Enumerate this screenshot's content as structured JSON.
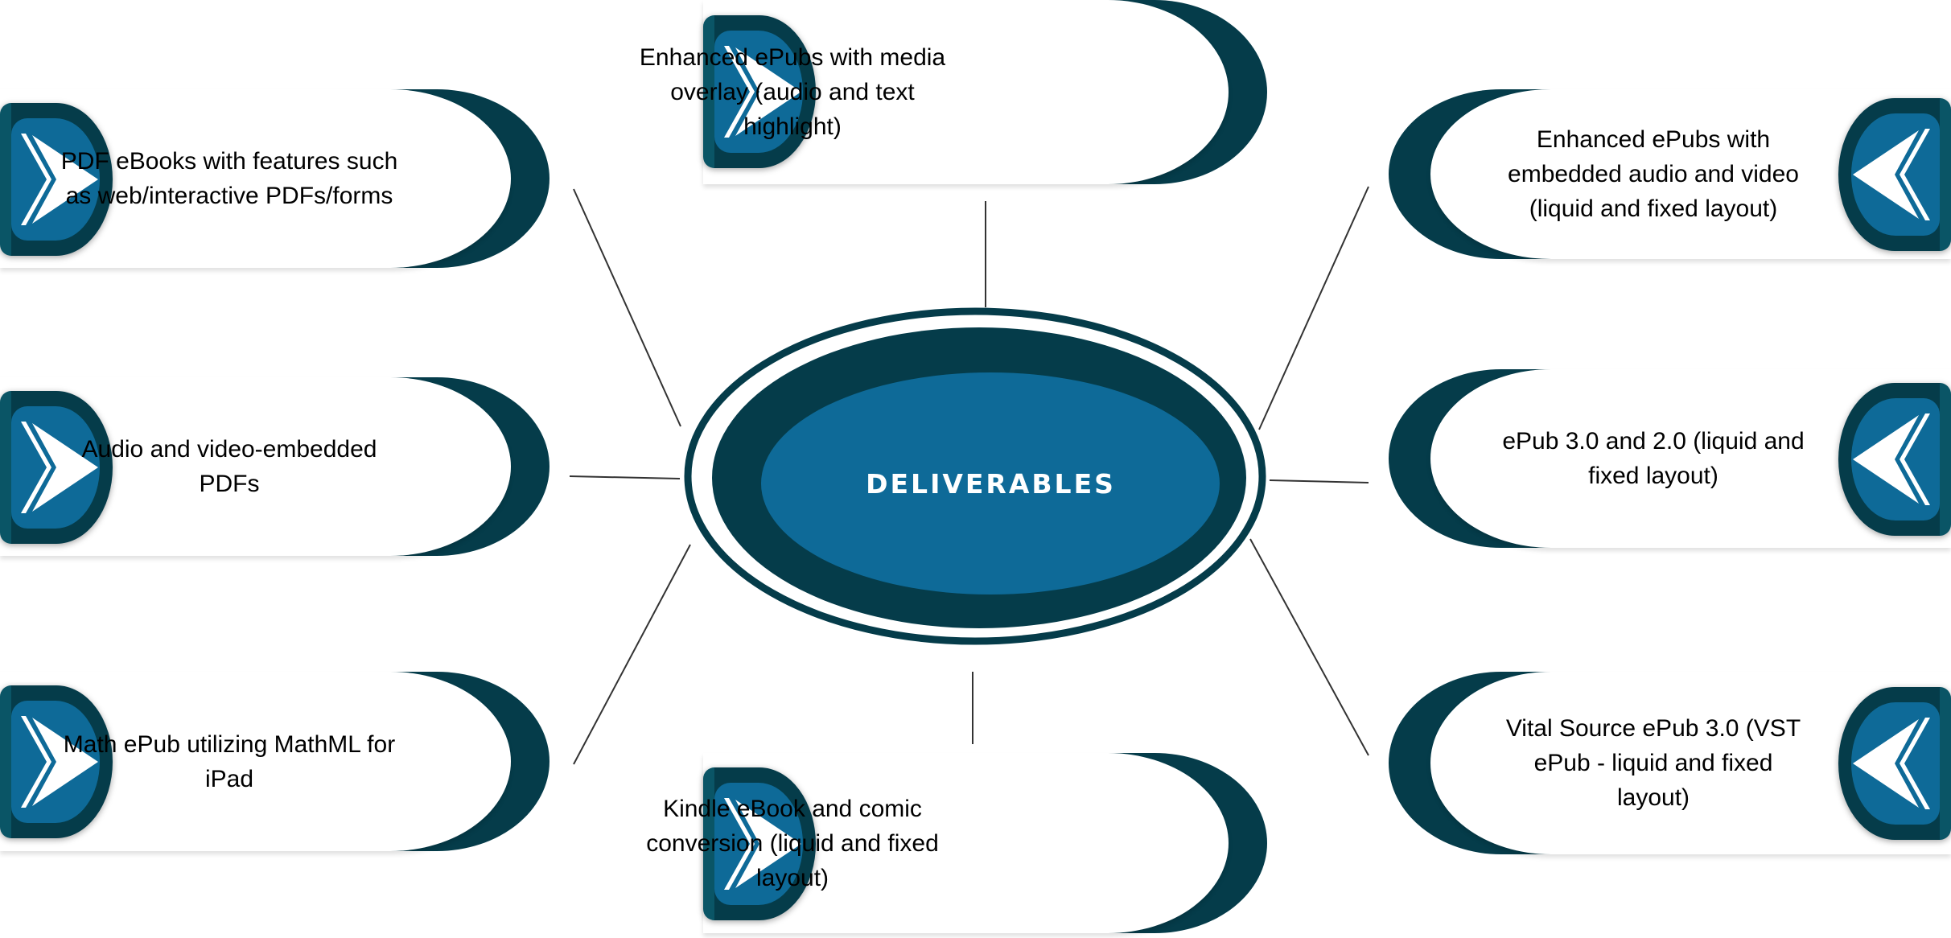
{
  "center": {
    "title": "DELIVERABLES"
  },
  "colors": {
    "dark": "#053c4a",
    "blue": "#0e6a98",
    "strip": "#0a5566"
  },
  "cards": [
    {
      "id": "l1",
      "side": "left",
      "icon": "chevron-right-icon",
      "text": "PDF eBooks with features such as web/interactive PDFs/forms"
    },
    {
      "id": "l2",
      "side": "left",
      "icon": "chevron-right-icon",
      "text": "Audio and video-embedded PDFs"
    },
    {
      "id": "l3",
      "side": "left",
      "icon": "chevron-right-icon",
      "text": "Math ePub utilizing MathML for iPad"
    },
    {
      "id": "top",
      "side": "left",
      "icon": "chevron-right-icon",
      "text": "Enhanced ePubs with media overlay (audio and text highlight)"
    },
    {
      "id": "bottom",
      "side": "left",
      "icon": "chevron-right-icon",
      "text": "Kindle eBook and comic conversion (liquid and fixed layout)"
    },
    {
      "id": "r1",
      "side": "right",
      "icon": "chevron-left-icon",
      "text": "Enhanced ePubs with embedded audio and video (liquid and fixed layout)"
    },
    {
      "id": "r2",
      "side": "right",
      "icon": "chevron-left-icon",
      "text": "ePub 3.0 and 2.0 (liquid and fixed layout)"
    },
    {
      "id": "r3",
      "side": "right",
      "icon": "chevron-left-icon",
      "text": "Vital Source ePub 3.0 (VST ePub - liquid and fixed layout)"
    }
  ]
}
